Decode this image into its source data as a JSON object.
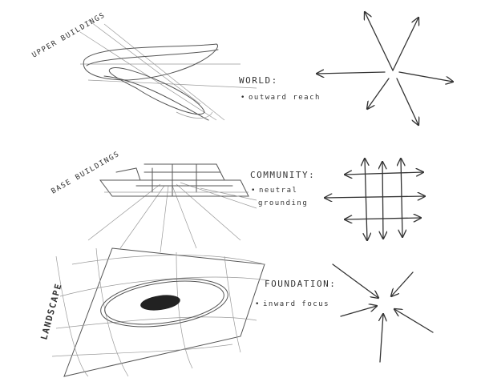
{
  "sections": [
    {
      "label": "UPPER BUILDINGS",
      "heading": "WORLD:",
      "bullets": [
        "outward reach"
      ],
      "arrow_pattern": "outward-radial"
    },
    {
      "label": "BASE BUILDINGS",
      "heading": "COMMUNITY:",
      "bullets": [
        "neutral",
        "grounding"
      ],
      "arrow_pattern": "grid"
    },
    {
      "label": "LANDSCAPE",
      "heading": "FOUNDATION:",
      "bullets": [
        "inward focus"
      ],
      "arrow_pattern": "inward-radial"
    }
  ],
  "colors": {
    "pencil": "#444444",
    "paper": "#ffffff"
  }
}
